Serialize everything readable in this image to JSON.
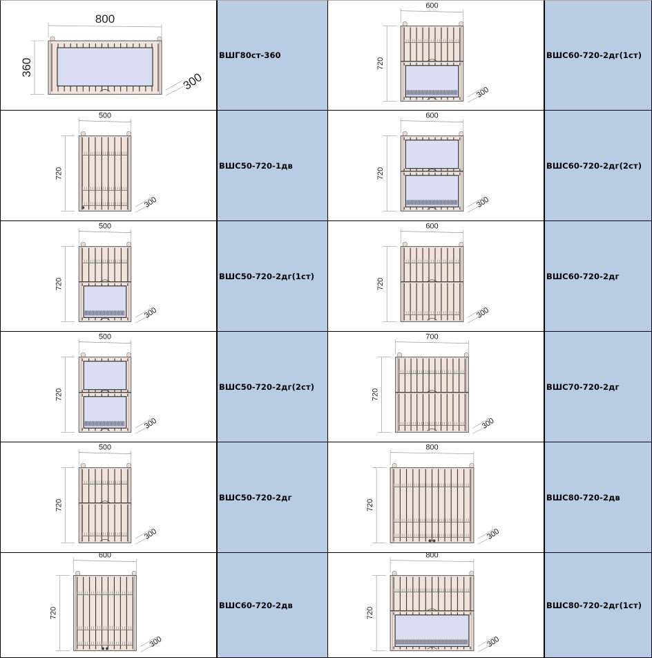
{
  "rows": [
    [
      {
        "width": "800",
        "height": "360",
        "depth": "300",
        "doors": [
          "glass-flap"
        ],
        "code": "ВШГ80ст-360"
      },
      {
        "width": "600",
        "height": "720",
        "depth": "300",
        "doors": [
          "solid",
          "glass"
        ],
        "code": "ВШС60-720-2дг(1ст)"
      }
    ],
    [
      {
        "width": "500",
        "height": "720",
        "depth": "300",
        "doors": [
          "single"
        ],
        "code": "ВШС50-720-1дв"
      },
      {
        "width": "600",
        "height": "720",
        "depth": "300",
        "doors": [
          "glass",
          "glass"
        ],
        "code": "ВШС60-720-2дг(2ст)"
      }
    ],
    [
      {
        "width": "500",
        "height": "720",
        "depth": "300",
        "doors": [
          "solid",
          "glass"
        ],
        "code": "ВШС50-720-2дг(1ст)"
      },
      {
        "width": "600",
        "height": "720",
        "depth": "300",
        "doors": [
          "solid",
          "solid"
        ],
        "code": "ВШС60-720-2дг"
      }
    ],
    [
      {
        "width": "500",
        "height": "720",
        "depth": "300",
        "doors": [
          "glass",
          "glass"
        ],
        "code": "ВШС50-720-2дг(2ст)"
      },
      {
        "width": "700",
        "height": "720",
        "depth": "300",
        "doors": [
          "solid",
          "solid"
        ],
        "code": "ВШС70-720-2дг"
      }
    ],
    [
      {
        "width": "500",
        "height": "720",
        "depth": "300",
        "doors": [
          "solid",
          "solid"
        ],
        "code": "ВШС50-720-2дг"
      },
      {
        "width": "800",
        "height": "720",
        "depth": "300",
        "doors": [
          "double"
        ],
        "code": "ВШС80-720-2дв"
      }
    ],
    [
      {
        "width": "600",
        "height": "720",
        "depth": "300",
        "doors": [
          "double"
        ],
        "code": "ВШС60-720-2дв"
      },
      {
        "width": "800",
        "height": "720",
        "depth": "300",
        "doors": [
          "solid",
          "glass"
        ],
        "code": "ВШС80-720-2дг(1ст)"
      }
    ]
  ],
  "colors": {
    "label_bg": "#b8cce4",
    "cabinet": "#efe3dc",
    "glass": "#d9def2",
    "slat": "#3a3030"
  }
}
